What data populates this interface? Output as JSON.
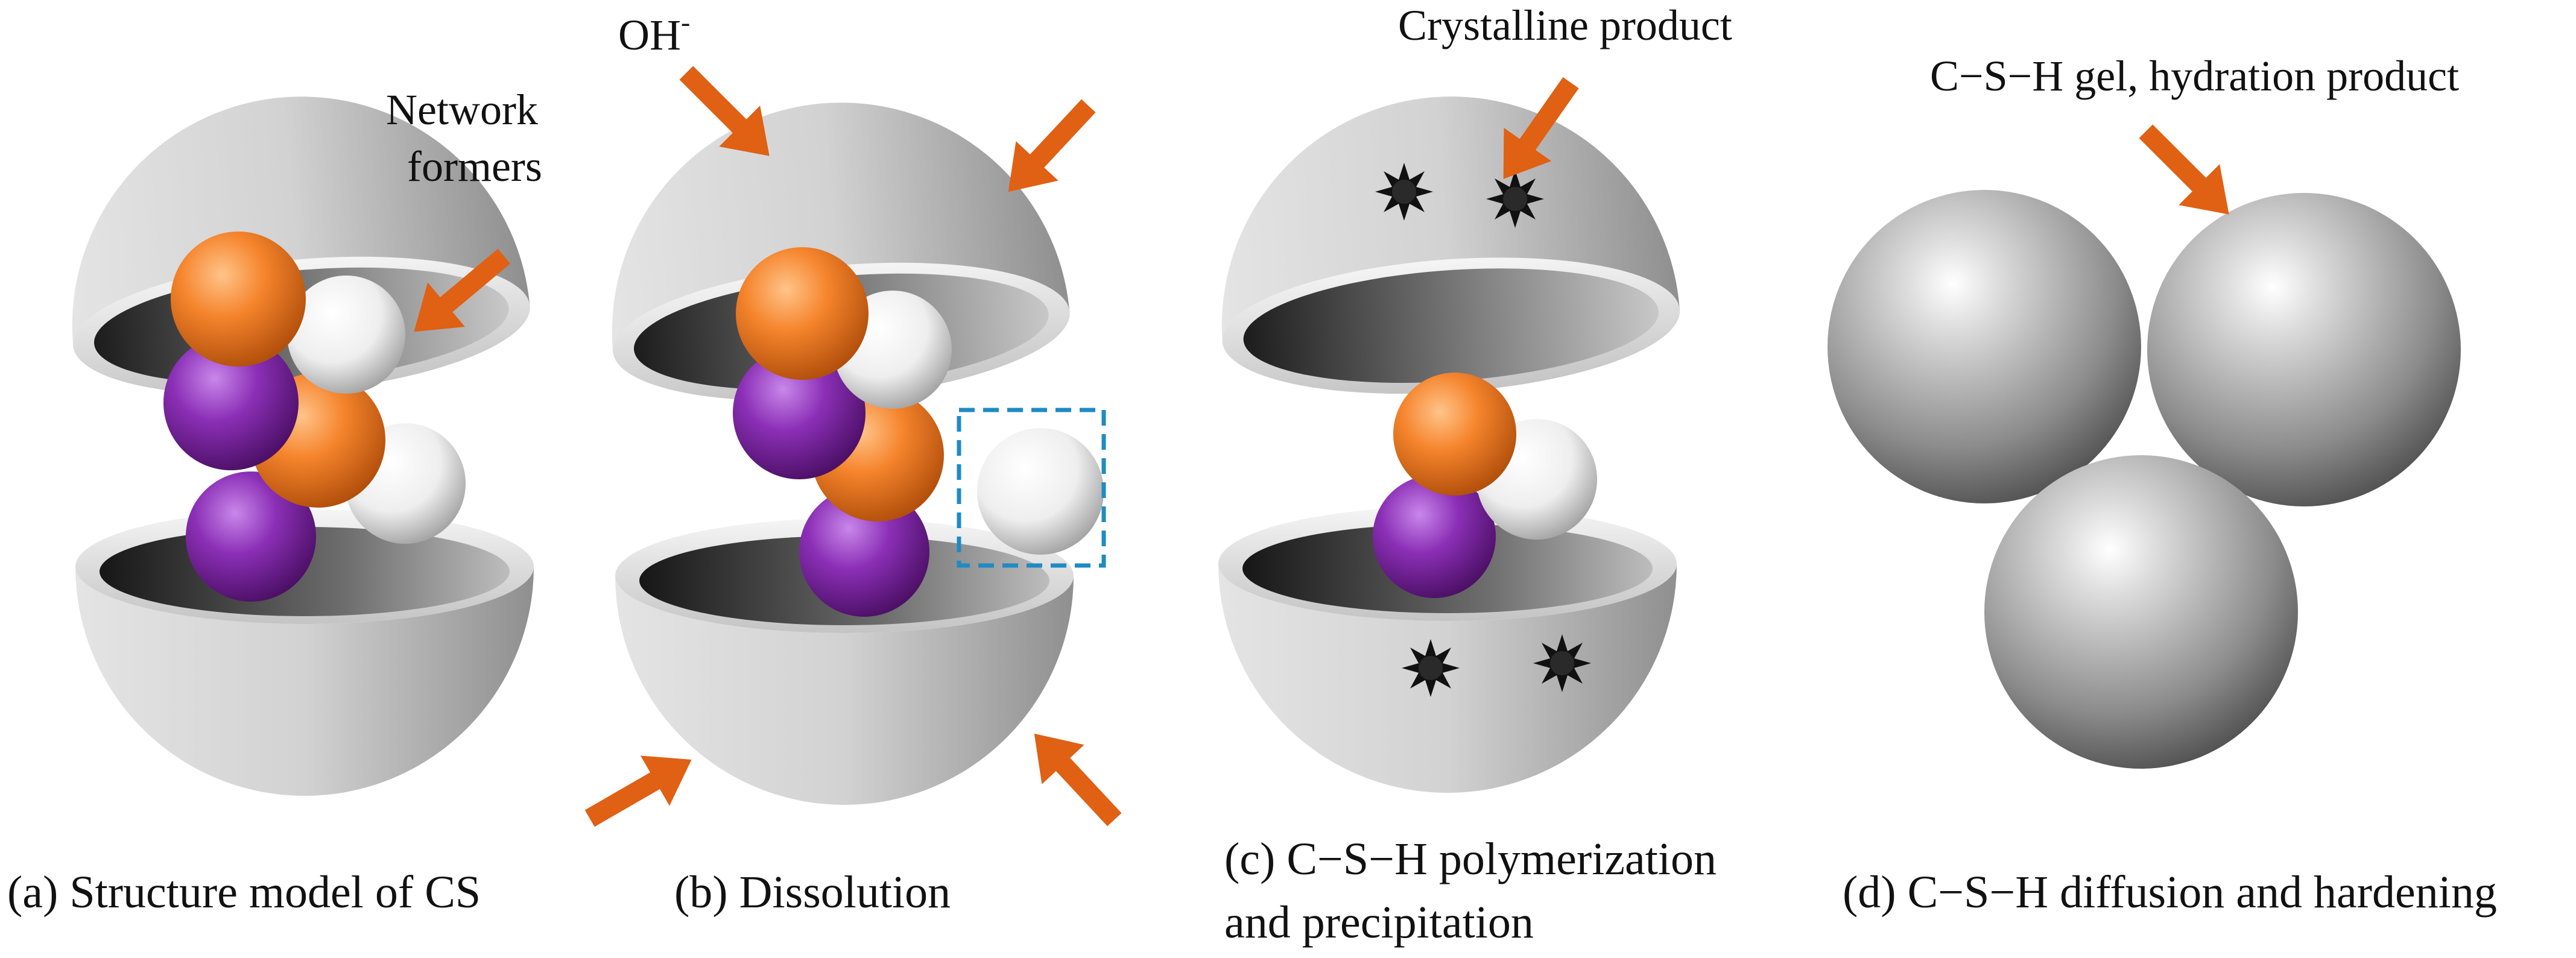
{
  "panels": {
    "a": {
      "caption": "(a) Structure model of CS",
      "annotation_line1": "Network",
      "annotation_line2": "formers"
    },
    "b": {
      "caption": "(b) Dissolution",
      "annotation": "OH",
      "annotation_superscript": "-"
    },
    "c": {
      "caption_line1": "(c) C−S−H polymerization",
      "caption_line2": "and precipitation",
      "annotation": "Crystalline product"
    },
    "d": {
      "caption": "(d) C−S−H diffusion and hardening",
      "annotation": "C−S−H gel, hydration product"
    }
  },
  "colors": {
    "arrow": "#e06014",
    "orange_atom": "#f08028",
    "purple_atom": "#8a2fb4",
    "white_atom": "#f2f2f2",
    "shell": "#cfcfcf",
    "highlight_box": "#1e8bc3",
    "crystal": "#111111"
  }
}
